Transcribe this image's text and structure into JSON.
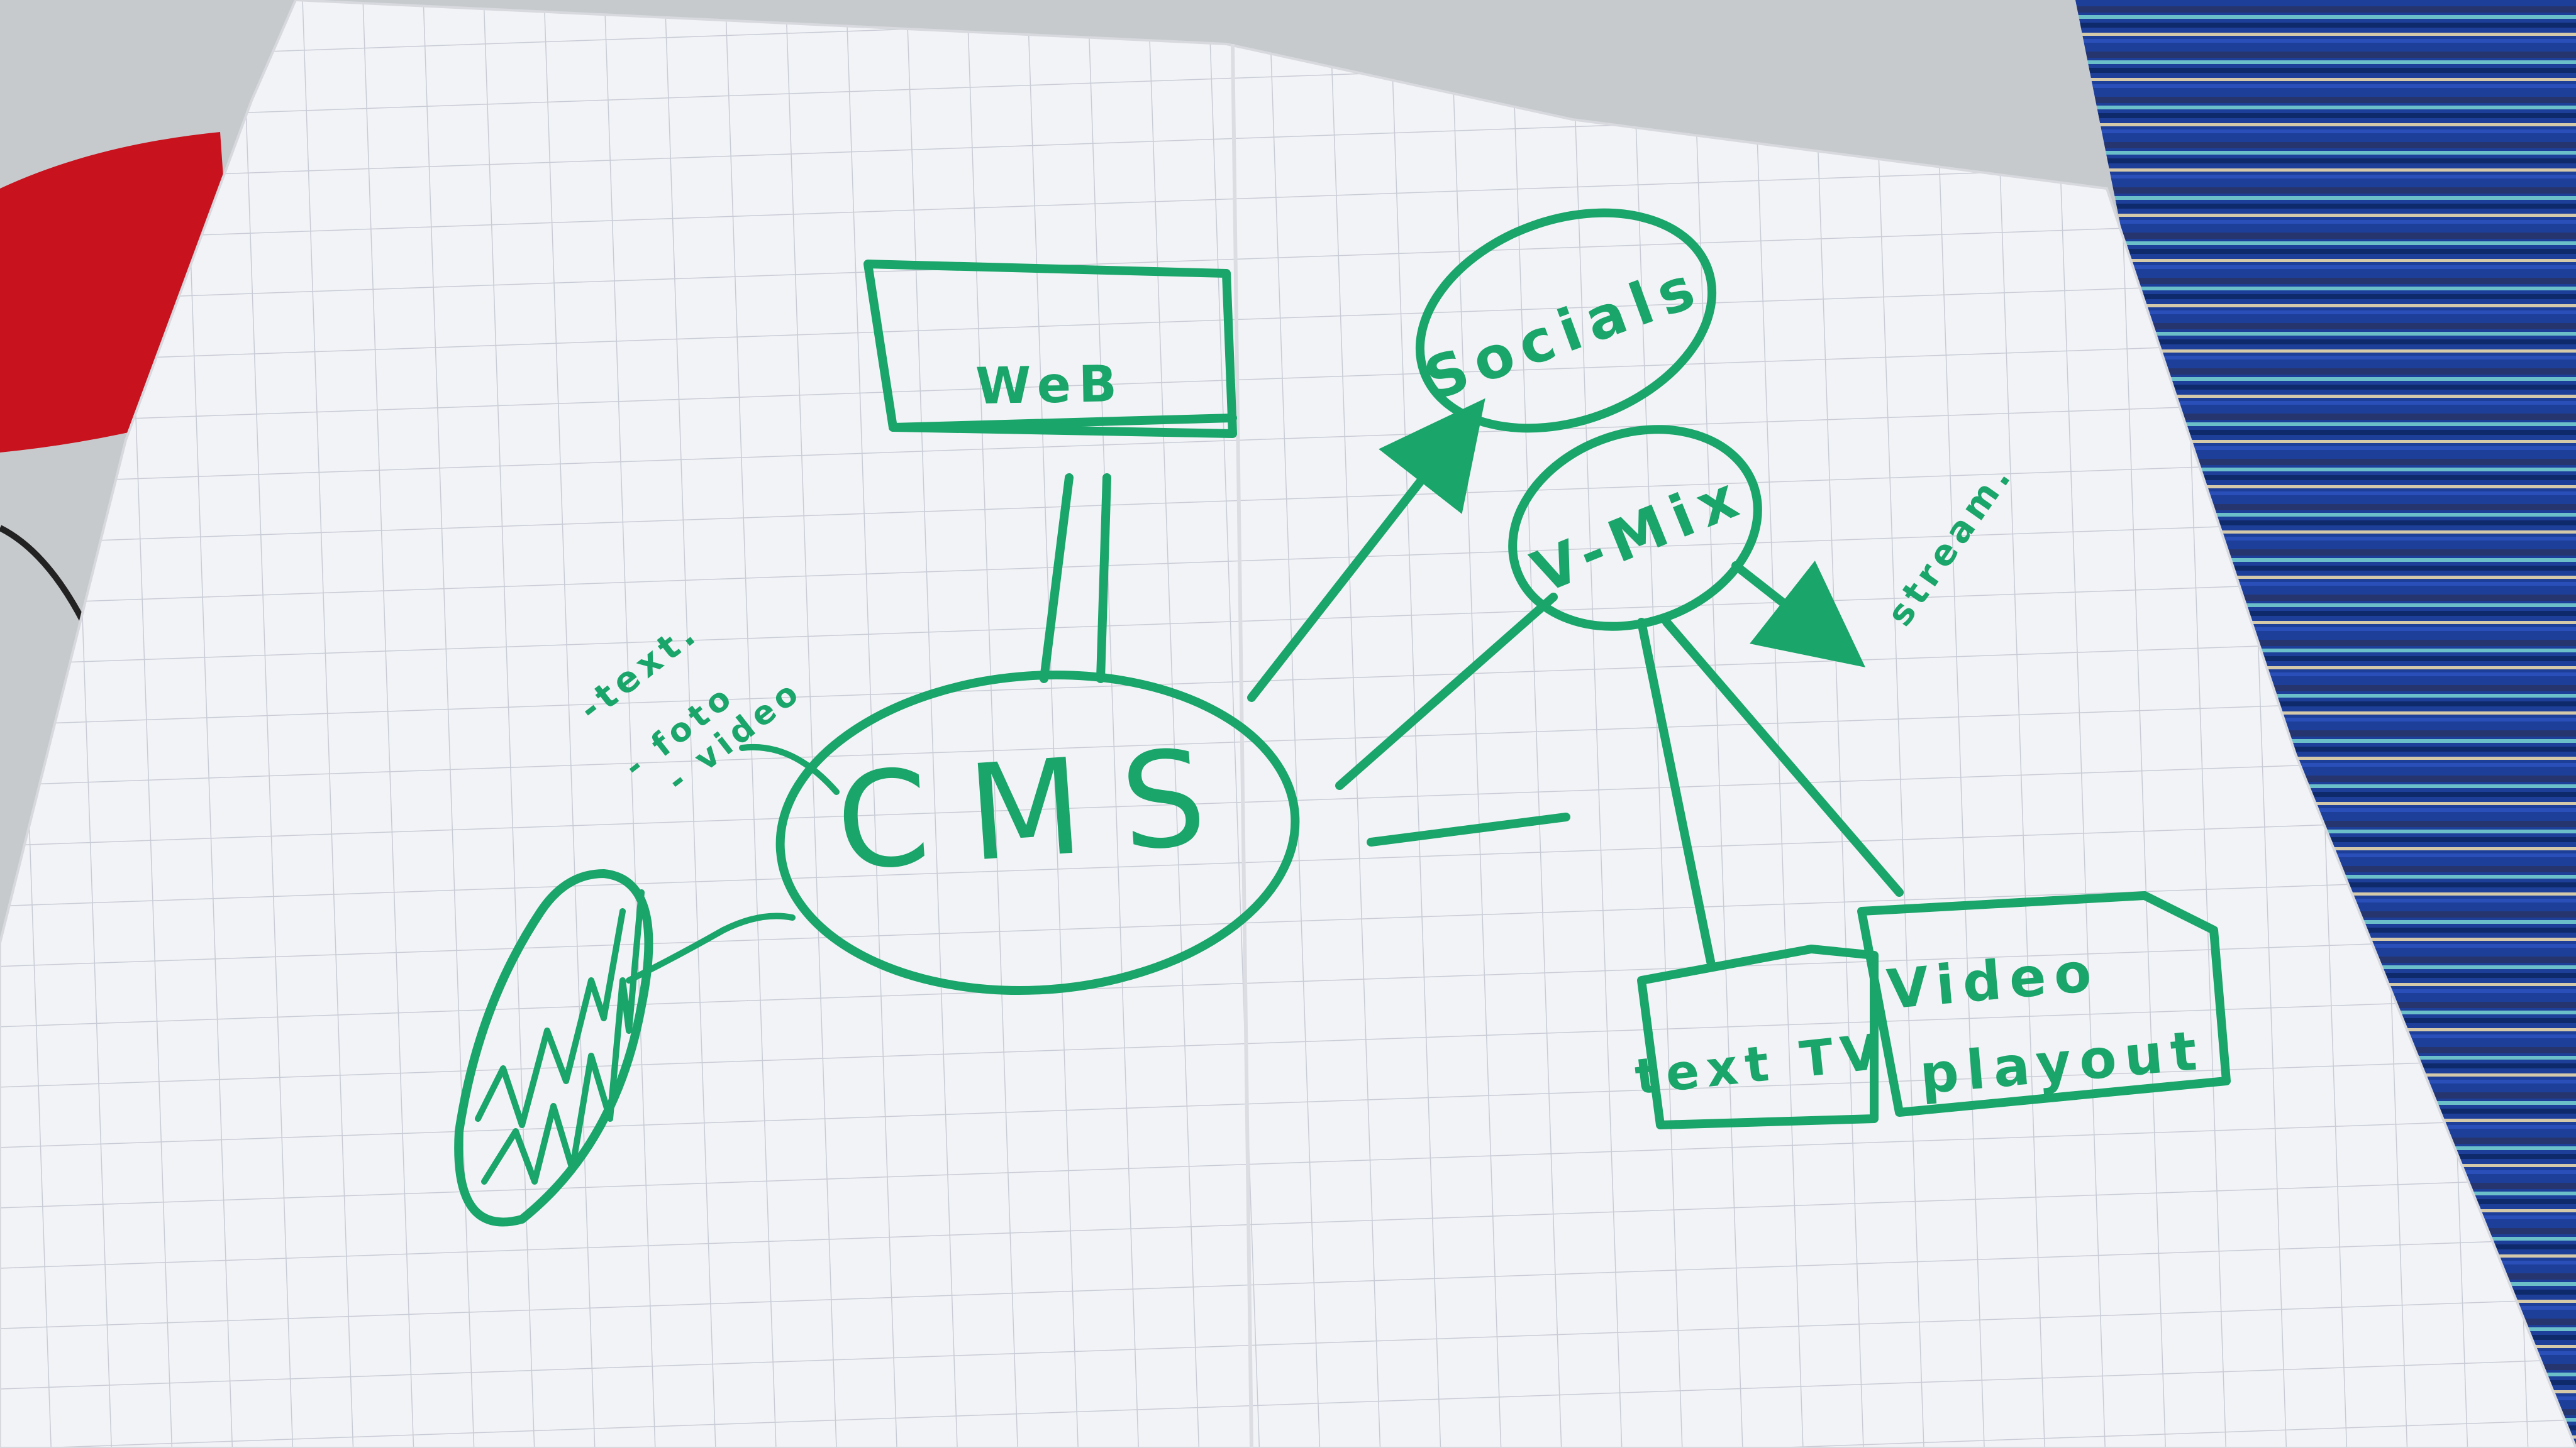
{
  "colors": {
    "marker": "#1aa56a",
    "paper": "#f2f3f6",
    "grid": "#c9ccd6",
    "table": "#c7cacd",
    "carpet_blue": "#1d3f9a",
    "red_object": "#c8121e"
  },
  "diagram": {
    "nodes": {
      "web": "WeB",
      "cms": "CMS",
      "socials": "Socials",
      "vmix": "V-Mix",
      "text_tv": "text TV",
      "video_playout_line1": "Video",
      "video_playout_line2": "playout"
    },
    "annotations": {
      "text": "-text.",
      "foto_video": "- foto\n- video",
      "stream": "stream."
    },
    "scribble": "scribbled-out text"
  }
}
